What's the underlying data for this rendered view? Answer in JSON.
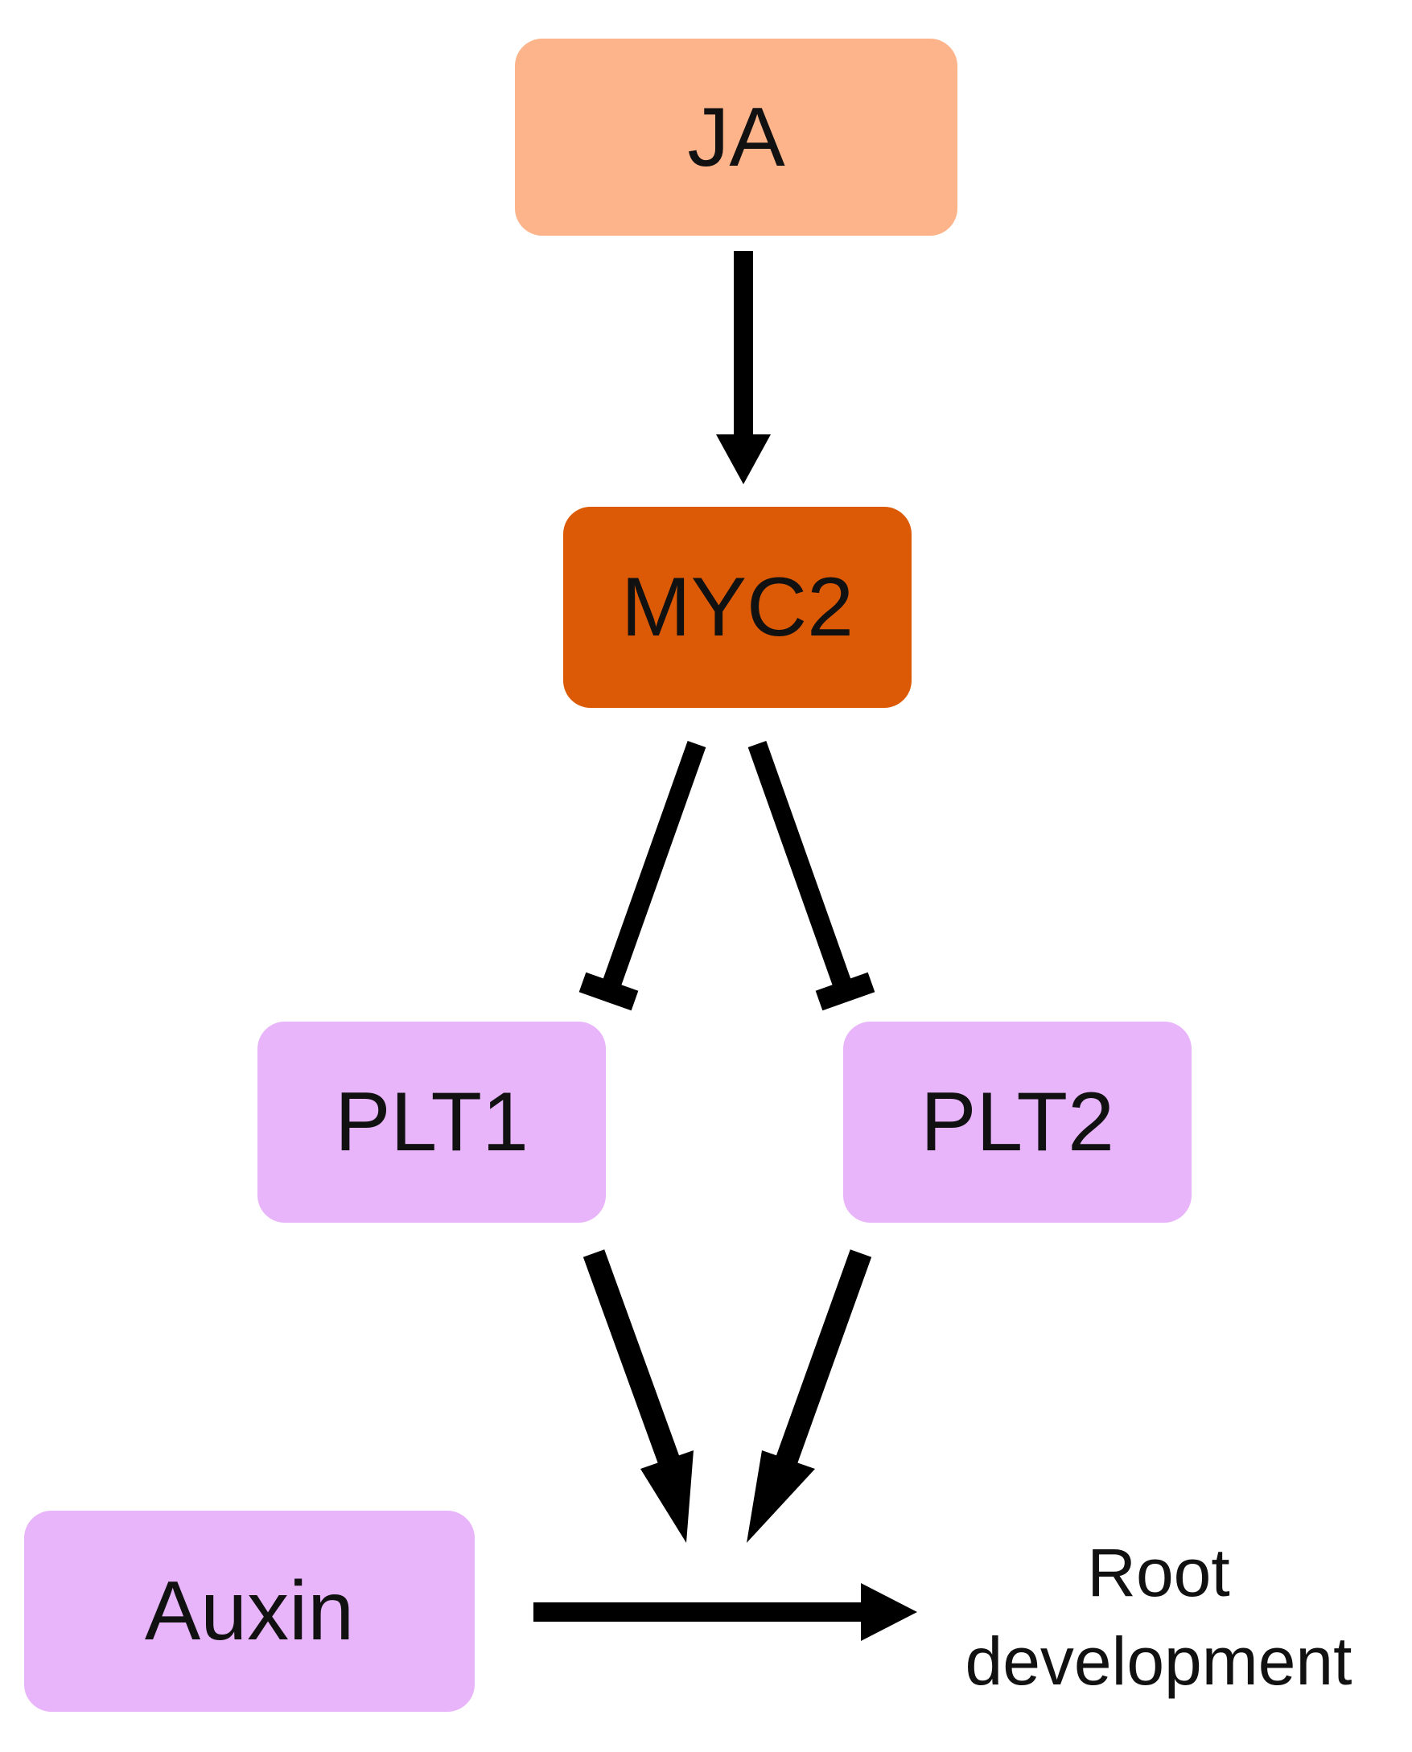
{
  "nodes": {
    "ja": {
      "label": "JA",
      "color": "#FDB48A"
    },
    "myc2": {
      "label": "MYC2",
      "color": "#DC5A05"
    },
    "plt1": {
      "label": "PLT1",
      "color": "#E8B4FA"
    },
    "plt2": {
      "label": "PLT2",
      "color": "#E8B4FA"
    },
    "auxin": {
      "label": "Auxin",
      "color": "#E8B4FA"
    }
  },
  "outcome": {
    "line1": "Root",
    "line2": "development"
  },
  "edges": [
    {
      "from": "JA",
      "to": "MYC2",
      "type": "activation"
    },
    {
      "from": "MYC2",
      "to": "PLT1",
      "type": "inhibition"
    },
    {
      "from": "MYC2",
      "to": "PLT2",
      "type": "inhibition"
    },
    {
      "from": "PLT1",
      "to": "Auxin→Root development",
      "type": "activation"
    },
    {
      "from": "PLT2",
      "to": "Auxin→Root development",
      "type": "activation"
    },
    {
      "from": "Auxin",
      "to": "Root development",
      "type": "activation"
    }
  ],
  "colors": {
    "edge": "#000000",
    "text": "#111111"
  }
}
